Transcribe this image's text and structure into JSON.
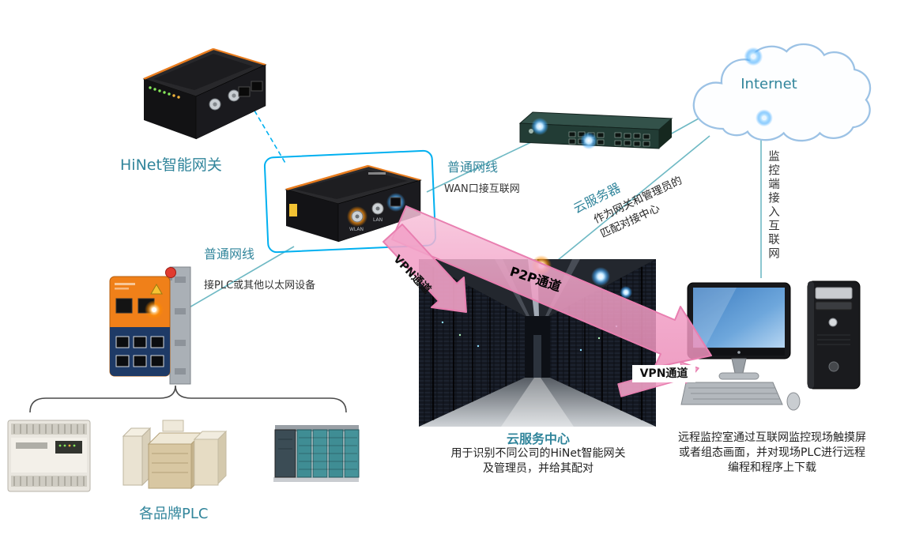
{
  "labels": {
    "hinet_gateway": "HiNet智能网关",
    "internet": "Internet",
    "cable_top": "普通网线",
    "wan_note": "WAN口接互联网",
    "cloud_server": "云服务器",
    "match_line1": "作为网关和管理员的",
    "match_line2": "匹配对接中心",
    "monitor_access": "监控端接入互联网",
    "cable_left": "普通网线",
    "plc_note": "接PLC或其他以太网设备",
    "vpn1": "VPN通道",
    "p2p": "P2P通道",
    "vpn2": "VPN通道",
    "center_title": "云服务中心",
    "center_desc1": "用于识别不同公司的HiNet智能网关",
    "center_desc2": "及管理员，并给其配对",
    "remote_desc1": "远程监控室通过互联网监控现场触摸屏",
    "remote_desc2": "或者组态画面，并对现场PLC进行远程",
    "remote_desc3": "编程和程序上下载",
    "plc_brands": "各品牌PLC",
    "port_wlan": "WLAN",
    "port_lan": "LAN"
  },
  "colors": {
    "teal_label": "#31859b",
    "highlight_box": "#00b0f0",
    "arrow_fill": "#f2a2c8",
    "arrow_stroke": "#e87fb0",
    "connector_line": "#6fb9c4",
    "brace": "#4a4a4a"
  }
}
